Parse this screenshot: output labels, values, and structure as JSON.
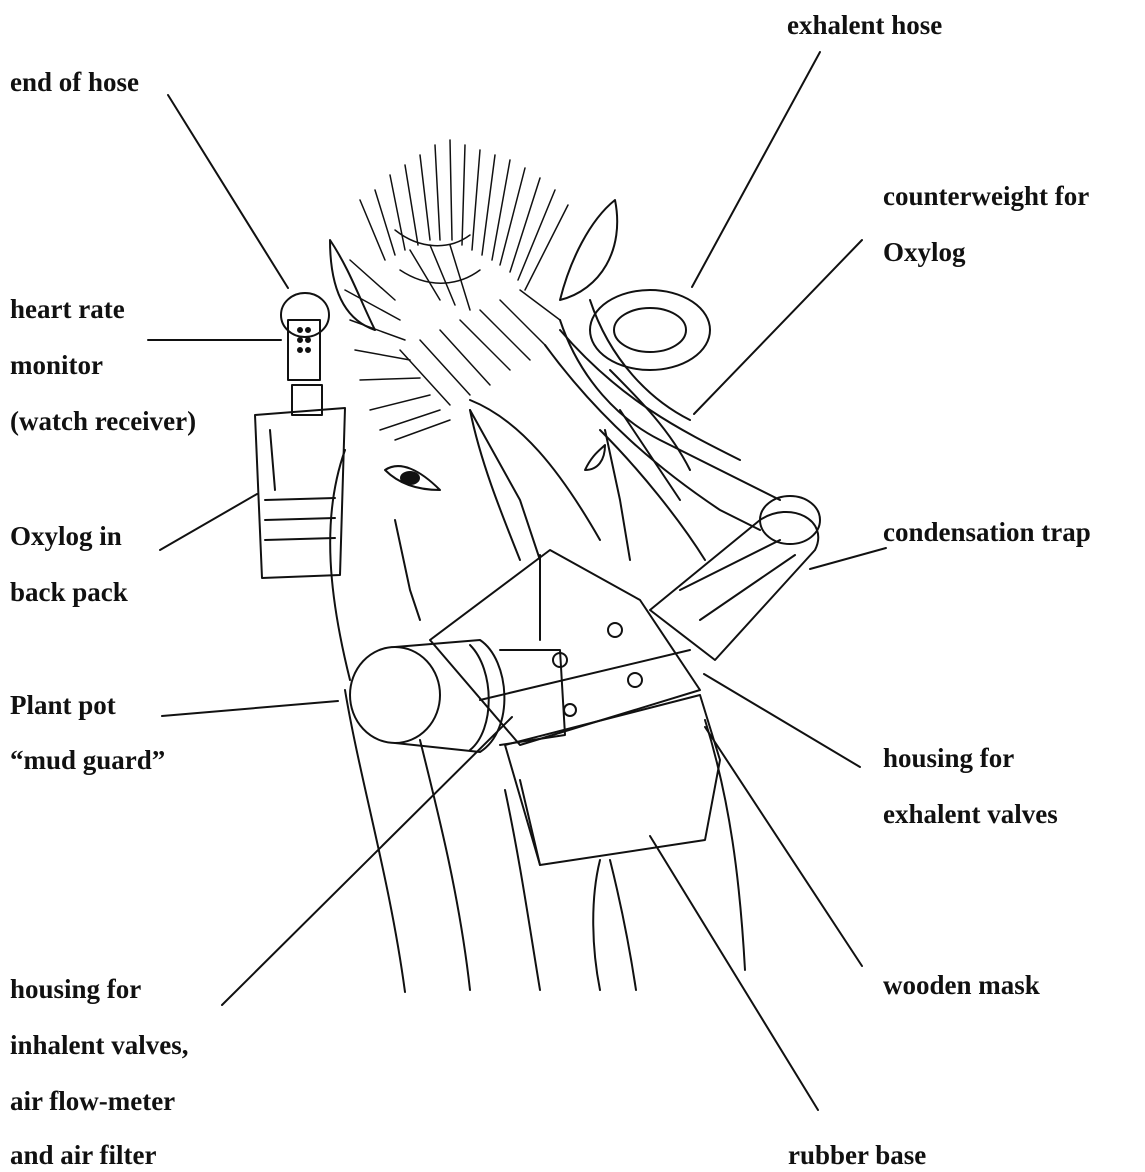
{
  "colors": {
    "ink": "#111111",
    "background": "#ffffff"
  },
  "labels": {
    "end_of_hose": "end of hose",
    "exhalent_hose": "exhalent hose",
    "counterweight_line1": "counterweight for",
    "counterweight_line2": "Oxylog",
    "heart_rate_line1": "heart rate",
    "heart_rate_line2": "monitor",
    "heart_rate_line3": "(watch receiver)",
    "oxylog_line1": "Oxylog in",
    "oxylog_line2": "back pack",
    "condensation_trap": "condensation trap",
    "plant_pot_line1": "Plant pot",
    "plant_pot_line2": "“mud guard”",
    "exhalent_valves_line1": "housing for",
    "exhalent_valves_line2": "exhalent valves",
    "inhalent_line1": "housing for",
    "inhalent_line2": "inhalent valves,",
    "inhalent_line3": "air flow-meter",
    "inhalent_line4": "and air filter",
    "wooden_mask": "wooden mask",
    "rubber_base": "rubber base"
  }
}
